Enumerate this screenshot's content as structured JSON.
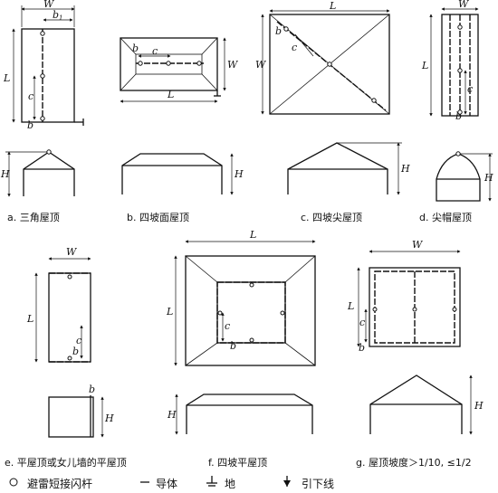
{
  "labels": {
    "L": "L",
    "W": "W",
    "H": "H",
    "b": "b",
    "c": "c",
    "b1": "b",
    "b1_sub": "1"
  },
  "captions": {
    "a": "a. 三角屋顶",
    "b": "b. 四坡面屋顶",
    "c": "c. 四坡尖屋顶",
    "d": "d. 尖帽屋顶",
    "e": "e. 平屋顶或女儿墙的平屋顶",
    "f": "f. 四坡平屋顶",
    "g": "g. 屋顶坡度＞1/10, ≤1/2"
  },
  "legend": {
    "rod": "避雷短接闪杆",
    "conductor": "导体",
    "earth": "地",
    "downlead": "引下线"
  }
}
